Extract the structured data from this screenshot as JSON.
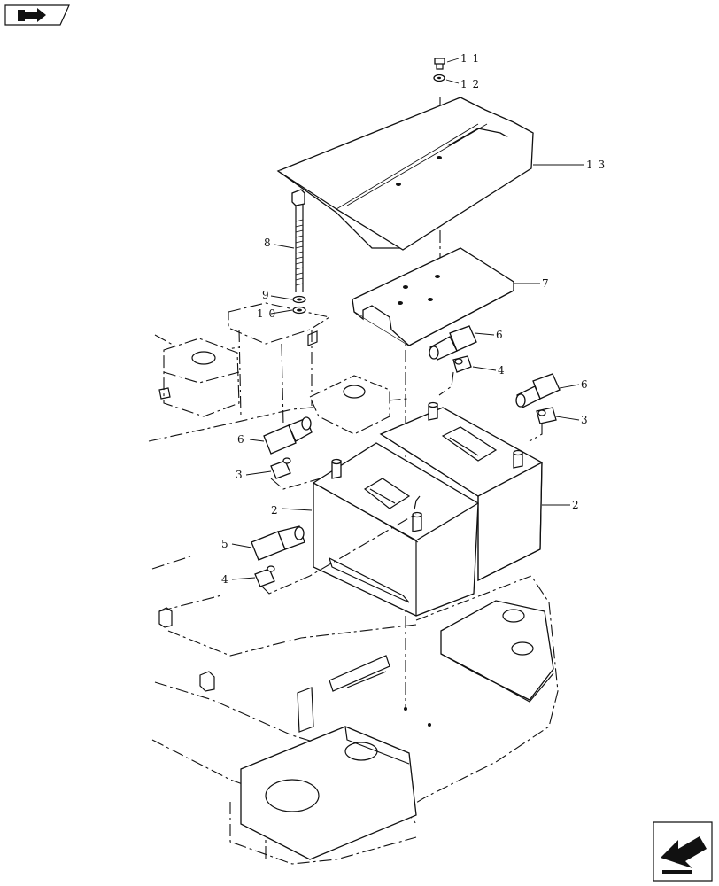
{
  "callouts": {
    "c11": "1 1",
    "c12": "1 2",
    "c13": "1 3",
    "c8": "8",
    "c9": "9",
    "c10": "1 0",
    "c7": "7",
    "c6a": "6",
    "c4a": "4",
    "c6b": "6",
    "c3a": "3",
    "c6c": "6",
    "c3b": "3",
    "c2a": "2",
    "c2b": "2",
    "c5": "5",
    "c4b": "4"
  },
  "icons": {
    "top_left": "book-arrow-icon",
    "bottom_right": "next-page-arrow-icon"
  },
  "colors": {
    "ink": "#111111",
    "background": "#ffffff"
  }
}
